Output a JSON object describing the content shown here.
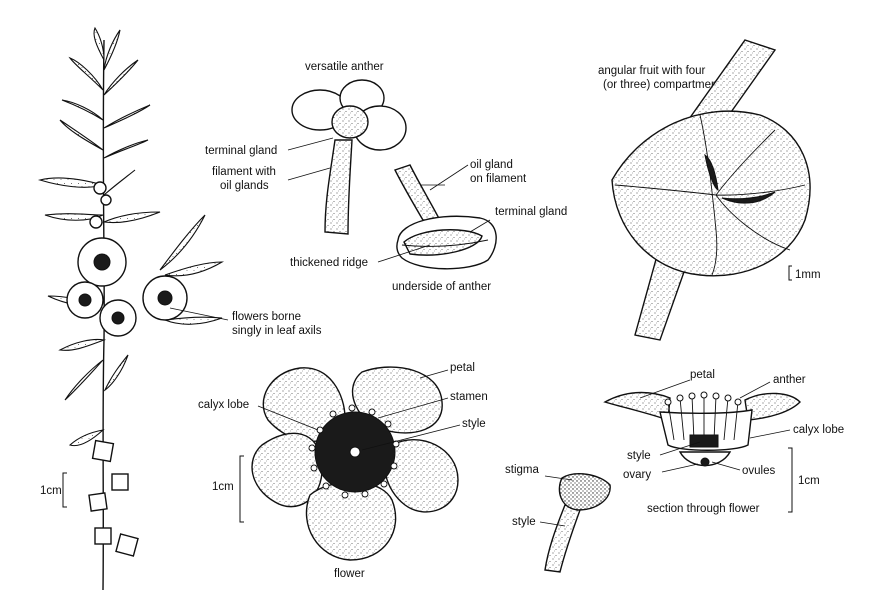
{
  "labels": {
    "versatile_anther": "versatile anther",
    "terminal_gland_1": "terminal gland",
    "filament_oil_glands_1": "filament with",
    "filament_oil_glands_2": "oil glands",
    "oil_gland_filament_1": "oil gland",
    "oil_gland_filament_2": "on filament",
    "terminal_gland_2": "terminal gland",
    "thickened_ridge": "thickened ridge",
    "underside_of_anther": "underside of anther",
    "fruit_1": "angular fruit with four",
    "fruit_2": "(or three) compartments",
    "scale_1mm": "1mm",
    "flowers_borne_1": "flowers borne",
    "flowers_borne_2": "singly in leaf axils",
    "petal_1": "petal",
    "stamen": "stamen",
    "calyx_lobe_1": "calyx lobe",
    "style_1": "style",
    "scale_1cm_left": "1cm",
    "scale_1cm_flower": "1cm",
    "flower": "flower",
    "stigma": "stigma",
    "style_2": "style",
    "petal_2": "petal",
    "anther": "anther",
    "calyx_lobe_2": "calyx lobe",
    "style_3": "style",
    "ovary": "ovary",
    "ovules": "ovules",
    "section_through_flower": "section through flower",
    "scale_1cm_section": "1cm"
  }
}
